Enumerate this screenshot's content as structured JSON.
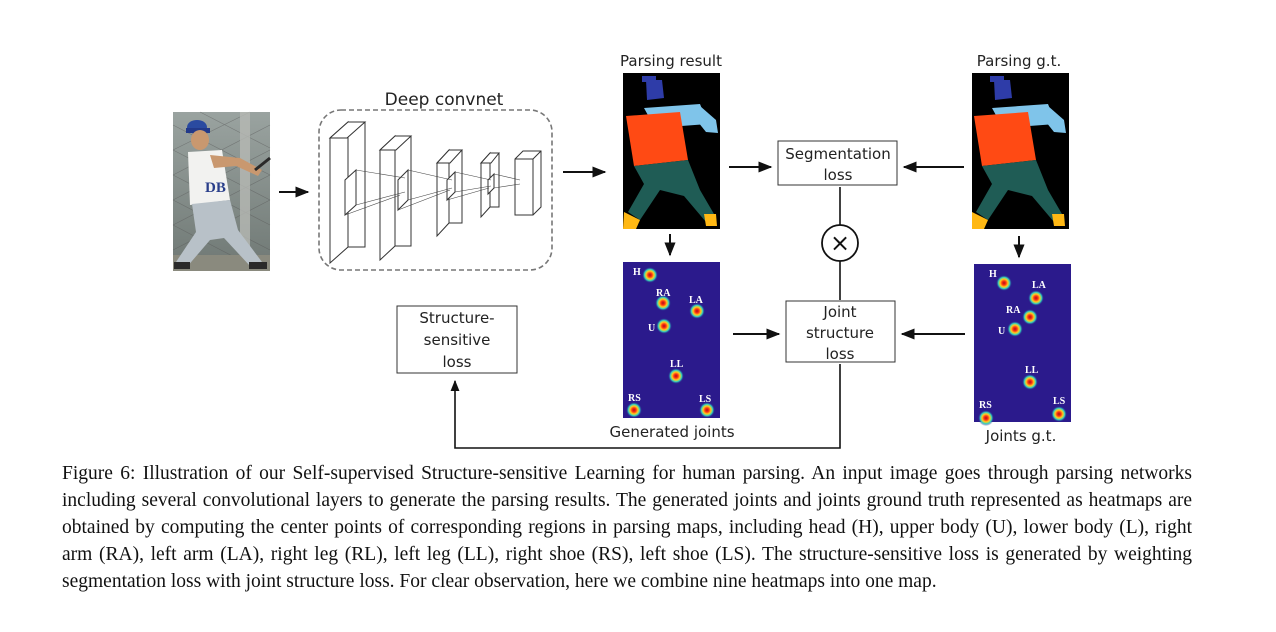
{
  "labels": {
    "deep_convnet": "Deep convnet",
    "parsing_result": "Parsing result",
    "parsing_gt": "Parsing g.t.",
    "segmentation_loss_line1": "Segmentation",
    "segmentation_loss_line2": "loss",
    "joint_structure_loss_line1": "Joint",
    "joint_structure_loss_line2": "structure",
    "joint_structure_loss_line3": "loss",
    "structure_sensitive_loss_line1": "Structure-",
    "structure_sensitive_loss_line2": "sensitive",
    "structure_sensitive_loss_line3": "loss",
    "generated_joints": "Generated joints",
    "joints_gt": "Joints g.t.",
    "multiply_symbol": "×"
  },
  "generated_joints": {
    "H": "H",
    "RA": "RA",
    "LA": "LA",
    "U": "U",
    "LL": "LL",
    "RS": "RS",
    "LS": "LS"
  },
  "gt_joints": {
    "H": "H",
    "LA": "LA",
    "RA": "RA",
    "U": "U",
    "LL": "LL",
    "RS": "RS",
    "LS": "LS"
  },
  "caption": "Figure 6: Illustration of our Self-supervised Structure-sensitive Learning for human parsing. An input image goes through parsing networks including several convolutional layers to generate the parsing results. The generated joints and joints ground truth represented as heatmaps are obtained by computing the center points of corresponding regions in parsing maps, including head (H), upper body (U), lower body (L), right arm (RA), left arm (LA), right leg (RL), left leg (LL), right shoe (RS), left shoe (LS). The structure-sensitive loss is generated by weighting segmentation loss with joint structure loss. For clear observation, here we combine nine heatmaps into one map.",
  "colors": {
    "heatmap_bg": "#2b1a8c",
    "parsing_bg": "#000000",
    "head": "#2e3ca8",
    "upper_body": "#ff4a14",
    "arm": "#7fc4ea",
    "pants": "#1f5c55",
    "shoe": "#ffb814"
  }
}
